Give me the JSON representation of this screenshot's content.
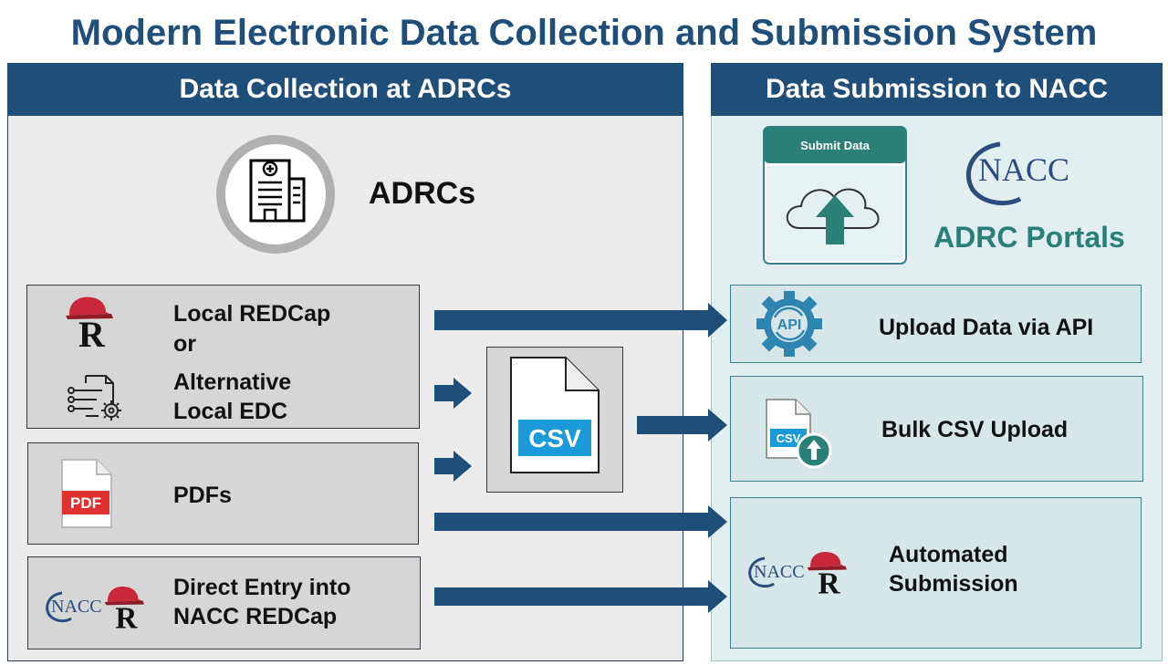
{
  "title": "Modern Electronic Data Collection and Submission System",
  "left_panel": {
    "header": "Data Collection at ADRCs",
    "adrcs_label": "ADRCs",
    "redcap_box": {
      "line1": "Local REDCap",
      "line2": "or",
      "line3": "Alternative",
      "line4": "Local EDC"
    },
    "pdf_box": {
      "icon_text": "PDF",
      "label": "PDFs"
    },
    "direct_box": {
      "line1": "Direct Entry into",
      "line2": "NACC REDCap"
    }
  },
  "csv_hub": {
    "icon_text": "CSV"
  },
  "right_panel": {
    "header": "Data Submission to NACC",
    "submit_card": "Submit Data",
    "nacc_logo": "NACC",
    "portals_label": "ADRC Portals",
    "api_box": {
      "icon_text": "API",
      "label": "Upload Data via API"
    },
    "csv_box": {
      "icon_text": "CSV",
      "label": "Bulk CSV Upload"
    },
    "auto_box": {
      "line1": "Automated",
      "line2": "Submission"
    }
  },
  "colors": {
    "navy": "#1f4e79",
    "teal": "#2a7f78",
    "arrow": "#1f4e79",
    "csv_blue": "#1a9ad6",
    "pdf_red": "#e03131",
    "redcap_red": "#c8283a"
  }
}
